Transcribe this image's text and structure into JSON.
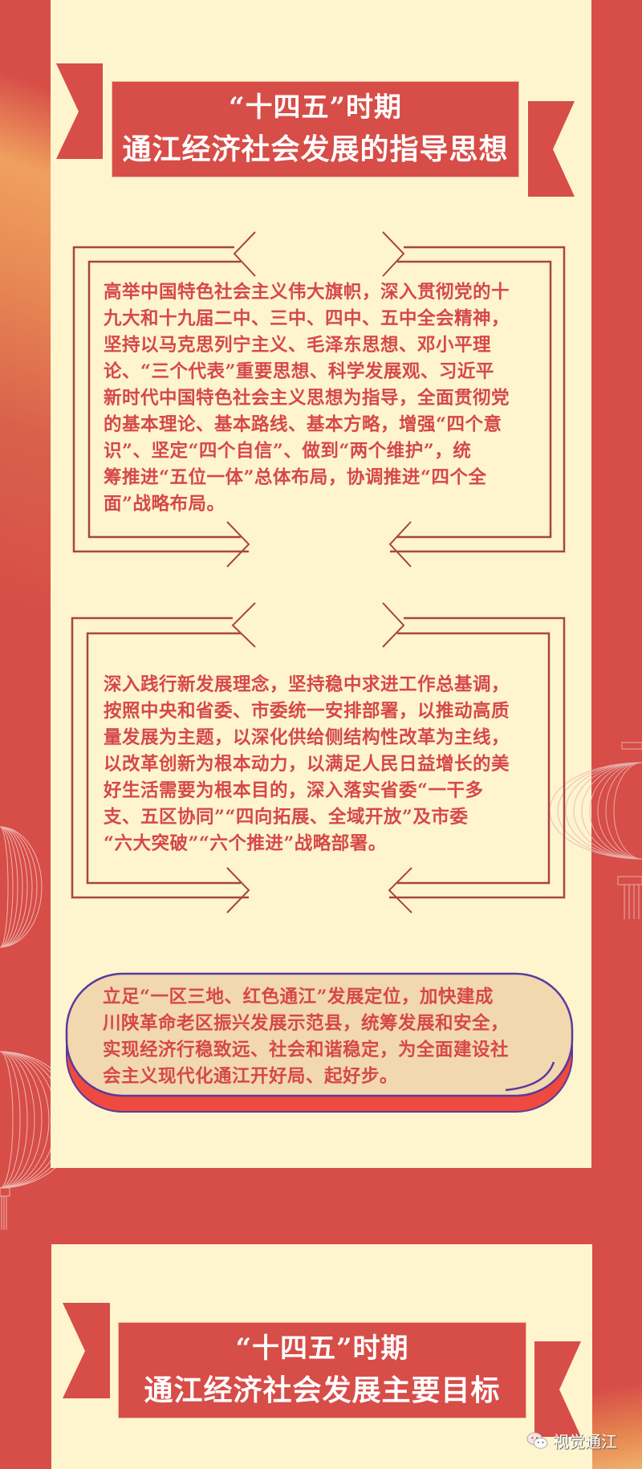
{
  "colors": {
    "red": "#d74d48",
    "cream": "#fef4cd",
    "text_red": "#d6484a",
    "frame": "#a8463f",
    "pill_fill": "#f2d8ae",
    "pill_border": "#5b3a9c",
    "pill_shadow": "#ee4a3f"
  },
  "section1": {
    "title_line1": "“十四五”时期",
    "title_line2": "通江经济社会发展的指导思想",
    "paragraphs": [
      {
        "lines": [
          "高举中国特色社会主义伟大旗帜，深入贯彻党的十",
          "九大和十九届二中、三中、四中、五中全会精神，",
          "坚持以马克思列宁主义、毛泽东思想、邓小平理",
          "论、“三个代表”重要思想、科学发展观、习近平",
          "新时代中国特色社会主义思想为指导，全面贯彻党",
          "的基本理论、基本路线、基本方略，增强“四个意",
          "识”、坚定“四个自信”、做到“两个维护”，统",
          "筹推进“五位一体”总体布局，协调推进“四个全",
          "面”战略布局。"
        ]
      },
      {
        "lines": [
          "深入践行新发展理念，坚持稳中求进工作总基调，",
          "按照中央和省委、市委统一安排部署，以推动高质",
          "量发展为主题，以深化供给侧结构性改革为主线，",
          "以改革创新为根本动力，以满足人民日益增长的美",
          "好生活需要为根本目的，深入落实省委“一干多",
          "支、五区协同”“四向拓展、全域开放”及市委",
          "“六大突破”“六个推进”战略部署。"
        ]
      }
    ],
    "highlight": {
      "lines": [
        "立足“一区三地、红色通江”发展定位，加快建成",
        "川陕革命老区振兴发展示范县，统筹发展和安全，",
        "实现经济行稳致远、社会和谐稳定，为全面建设社",
        "会主义现代化通江开好局、起好步。"
      ]
    }
  },
  "section2": {
    "title_line1": "“十四五”时期",
    "title_line2": "通江经济社会发展主要目标"
  },
  "watermark": {
    "icon": "wechat-icon",
    "label": "视觉通江"
  }
}
